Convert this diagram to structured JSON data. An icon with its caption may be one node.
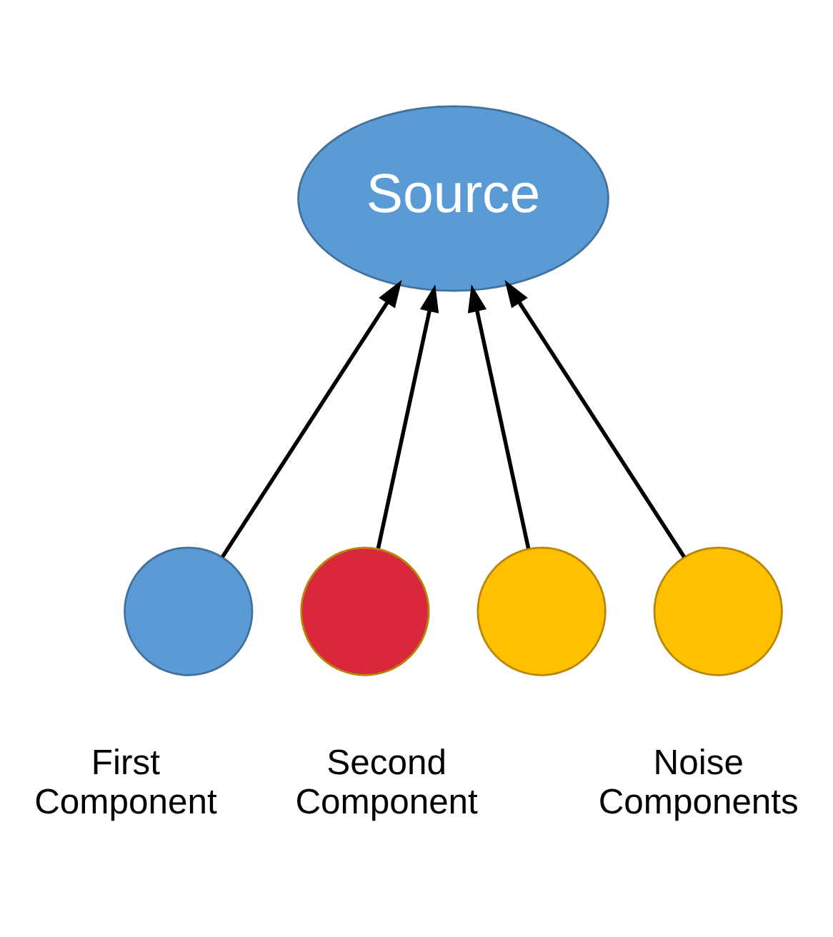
{
  "diagram": {
    "nodes": [
      {
        "text": [
          "Source"
        ]
      },
      {
        "text": [],
        "shape": "circle"
      },
      {
        "text": [],
        "shape": "circle"
      },
      {
        "text": [],
        "shape": "circle"
      },
      {
        "text": [],
        "shape": "circle"
      }
    ],
    "edges": [
      {
        "from": 1,
        "to": 0,
        "arrow": "to"
      },
      {
        "from": 2,
        "to": 0,
        "arrow": "to"
      },
      {
        "from": 3,
        "to": 0,
        "arrow": "to"
      },
      {
        "from": 4,
        "to": 0,
        "arrow": "to"
      }
    ],
    "labels": [
      "First Component",
      "Second Component",
      "Noise Components"
    ]
  }
}
